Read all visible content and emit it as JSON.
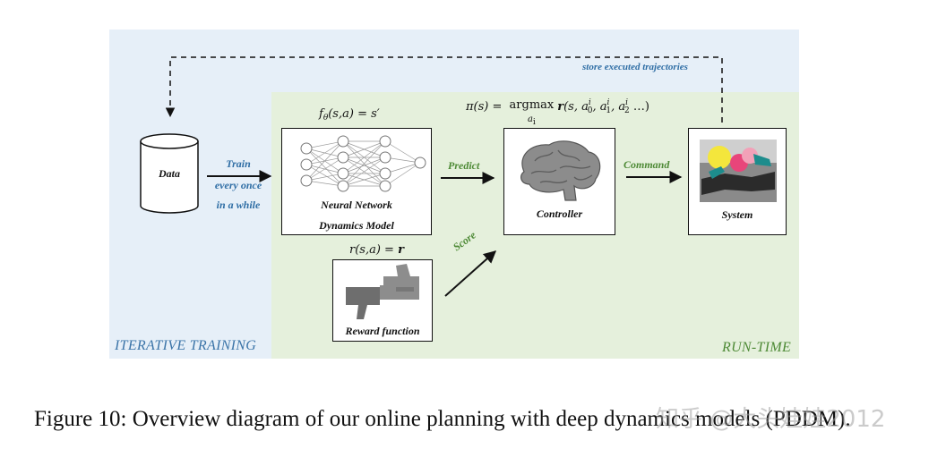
{
  "sections": {
    "training": "ITERATIVE TRAINING",
    "runtime": "RUN-TIME"
  },
  "nodes": {
    "data": "Data",
    "nn_line1": "Neural Network",
    "nn_line2": "Dynamics Model",
    "controller": "Controller",
    "system": "System",
    "reward": "Reward function"
  },
  "edges": {
    "train_line1": "Train",
    "train_line2": "every once",
    "train_line3": "in a while",
    "predict": "Predict",
    "command": "Command",
    "score": "Score",
    "store": "store executed trajectories"
  },
  "formulas": {
    "f_lhs": "f",
    "f_sub": "θ",
    "f_rhs": "(s,a) = s′",
    "r_lhs": "r(s,a) = ",
    "r_rhs": "r",
    "pi_lhs": "π(s) = ",
    "pi_op": "argmax",
    "pi_under": "a",
    "pi_under_sub": "i",
    "pi_r": "r",
    "pi_args_open": "(s, a",
    "pi_sub0": "0",
    "pi_sup": "i",
    "pi_comma1": ", a",
    "pi_sub1": "1",
    "pi_comma2": ", a",
    "pi_sub2": "2",
    "pi_args_close": " …)"
  },
  "caption": "Figure 10: Overview diagram of our online planning with deep dynamics models (PDDM).",
  "watermark": "知乎 @大头娃娃2012",
  "colors": {
    "training_bg": "#e6eff8",
    "runtime_bg": "#e5f0dc",
    "blue_text": "#2f6ea5",
    "green_text": "#4e8a36"
  }
}
